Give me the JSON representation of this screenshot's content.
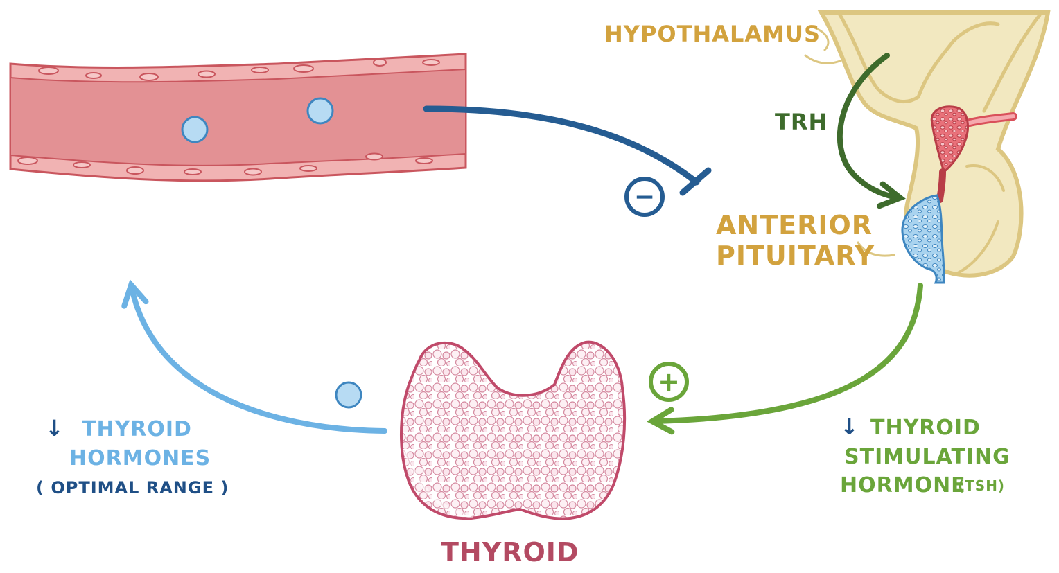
{
  "labels": {
    "hypothalamus": "HYPOTHALAMUS",
    "trh": "TRH",
    "anterior": "ANTERIOR",
    "pituitary": "PITUITARY",
    "thyroid_organ": "THYROID",
    "th_arrow": "↓",
    "th_line1": "THYROID",
    "th_line2": "HORMONES",
    "th_line3": "( OPTIMAL RANGE )",
    "tsh_arrow": "↓",
    "tsh_line1": "THYROID",
    "tsh_line2": "STIMULATING",
    "tsh_line3": "HORMONE",
    "tsh_abbr": "(TSH)"
  },
  "symbols": {
    "minus": "−",
    "plus": "+"
  },
  "colors": {
    "background": "#ffffff",
    "vessel_wall": "#f1b3b3",
    "vessel_lumen": "#e39194",
    "vessel_outline": "#c9565e",
    "hormone_fill": "#b7dbf3",
    "hormone_outline": "#3e86c0",
    "negative_feedback": "#255c92",
    "hypothalamus_tissue": "#f2e8c0",
    "hypothalamus_outline": "#dcc681",
    "hypothalamus_text": "#d2a23e",
    "trh": "#3e6b2c",
    "portal_red": "#d9505a",
    "portal_blue": "#8fc4e8",
    "tsh": "#6aa53a",
    "thyroid_fill": "#f9dfe7",
    "thyroid_outline": "#c04a6a",
    "thyroid_text": "#b34a62",
    "thyroid_hormone_text": "#6cb2e4",
    "thyroid_hormone_arrow": "#6cb2e4",
    "dark_blue_text": "#1f4f86"
  }
}
